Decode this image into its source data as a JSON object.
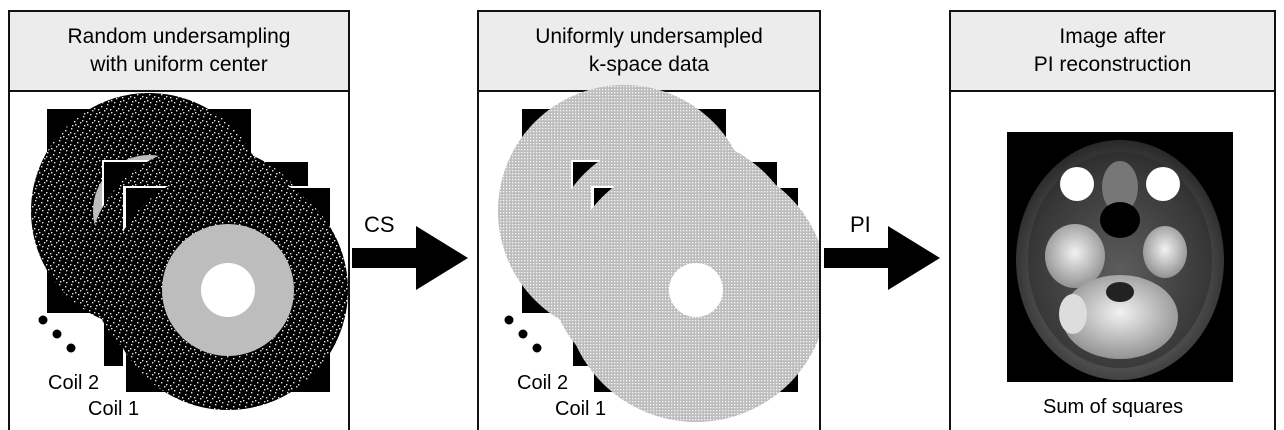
{
  "panels": [
    {
      "title": "Random undersampling\nwith uniform center",
      "coil_labels": [
        "Coil 2",
        "Coil 1"
      ]
    },
    {
      "title": "Uniformly undersampled\nk-space data",
      "coil_labels": [
        "Coil 2",
        "Coil 1"
      ]
    },
    {
      "title": "Image after\nPI reconstruction",
      "caption": "Sum of squares"
    }
  ],
  "arrows": [
    {
      "label": "CS"
    },
    {
      "label": "PI"
    }
  ]
}
